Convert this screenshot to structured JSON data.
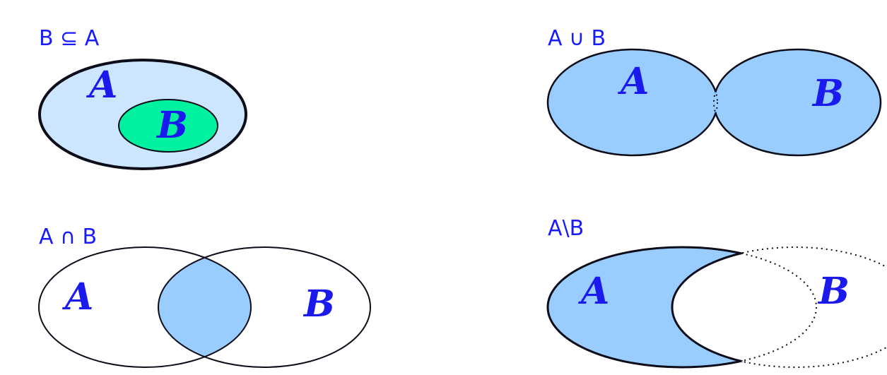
{
  "colors": {
    "caption": "#1a1aff",
    "set_label": "#1a1aee",
    "outline": "#0d0d1a",
    "light_fill": "#cce6ff",
    "shade_fill": "#99ccff",
    "inner_fill": "#00f2a0",
    "background": "#ffffff"
  },
  "panels": {
    "subset": {
      "caption": "B ⊆ A",
      "label_a": "A",
      "label_b": "B",
      "shaded_region": "B (inner)"
    },
    "union": {
      "caption": "A ∪ B",
      "label_a": "A",
      "label_b": "B",
      "shaded_region": "A and B"
    },
    "intersection": {
      "caption": "A ∩ B",
      "label_a": "A",
      "label_b": "B",
      "shaded_region": "overlap"
    },
    "difference": {
      "caption": "A\\B",
      "label_a": "A",
      "label_b": "B",
      "shaded_region": "A minus B"
    }
  }
}
